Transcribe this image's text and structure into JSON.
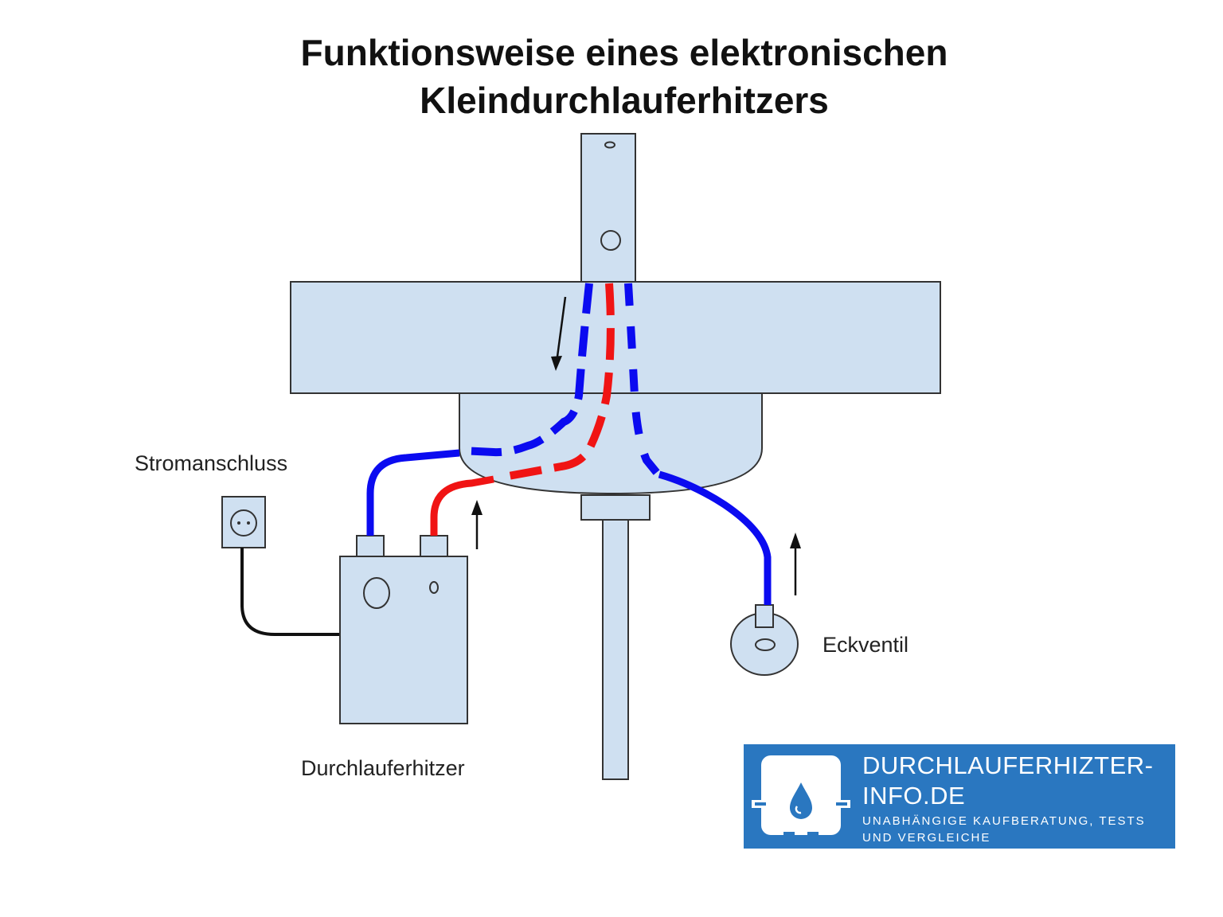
{
  "title": {
    "line1": "Funktionsweise eines elektronischen",
    "line2": "Kleindurchlauferhitzers"
  },
  "labels": {
    "power": "Stromanschluss",
    "heater": "Durchlauferhitzer",
    "valve": "Eckventil"
  },
  "brand": {
    "line1": "DURCHLAUFERHIZTER-",
    "line2": "INFO.DE",
    "tagline1": "UNABHÄNGIGE KAUFBERATUNG, TESTS",
    "tagline2": "UND VERGLEICHE",
    "icon": "water-drop-icon"
  },
  "colors": {
    "fixture": "#cfe0f1",
    "outline": "#333333",
    "cold_water": "#0b0bf0",
    "hot_water": "#f01414",
    "brand": "#2a77c0"
  }
}
